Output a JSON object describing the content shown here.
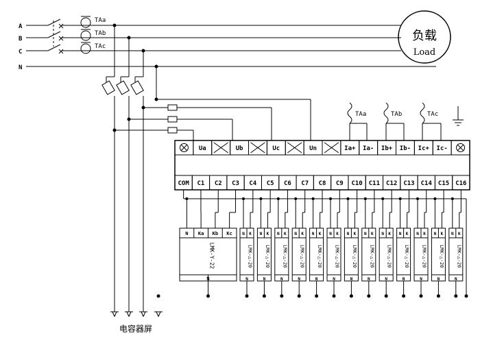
{
  "phases": [
    "A",
    "B",
    "C",
    "N"
  ],
  "ct_labels": [
    "TAa",
    "TAb",
    "TAc"
  ],
  "load": {
    "cn": "负载",
    "en": "Load"
  },
  "screen_label": "电容器屏",
  "terminals_top": [
    "Ua",
    "Ub",
    "Uc",
    "Un",
    "Ia+",
    "Ia-",
    "Ib+",
    "Ib-",
    "Ic+",
    "Ic-"
  ],
  "terminals_bottom": [
    "COM",
    "C1",
    "C2",
    "C3",
    "C4",
    "C5",
    "C6",
    "C7",
    "C8",
    "C9",
    "C10",
    "C11",
    "C12",
    "C13",
    "C14",
    "C15",
    "C16"
  ],
  "big_unit": {
    "heads": [
      "N",
      "Ka",
      "Kb",
      "Kc"
    ],
    "model": "LMK-Y-22"
  },
  "small_units": [
    {
      "heads": [
        "N",
        "K"
      ],
      "model": "LMK-△-20",
      "foot": "N"
    },
    {
      "heads": [
        "N",
        "K"
      ],
      "model": "LMK-△-20",
      "foot": "N"
    },
    {
      "heads": [
        "N",
        "K"
      ],
      "model": "LMK-△-20",
      "foot": "N"
    },
    {
      "heads": [
        "N",
        "K"
      ],
      "model": "LMK-△-20",
      "foot": "N"
    },
    {
      "heads": [
        "N",
        "K"
      ],
      "model": "LMK-△-20",
      "foot": "N"
    },
    {
      "heads": [
        "N",
        "K"
      ],
      "model": "LMK-△-20",
      "foot": "N"
    },
    {
      "heads": [
        "N",
        "K"
      ],
      "model": "LMK-△-20",
      "foot": "N"
    },
    {
      "heads": [
        "N",
        "K"
      ],
      "model": "LMK-△-20",
      "foot": "N"
    },
    {
      "heads": [
        "N",
        "K"
      ],
      "model": "LMK-△-20",
      "foot": "N"
    },
    {
      "heads": [
        "N",
        "K"
      ],
      "model": "LMK-△-20",
      "foot": "N"
    },
    {
      "heads": [
        "N",
        "K"
      ],
      "model": "LMK-△-20",
      "foot": "N"
    },
    {
      "heads": [
        "N",
        "K"
      ],
      "model": "LMK-△-20",
      "foot": "N"
    },
    {
      "heads": [
        "N",
        "K"
      ],
      "model": "LMK-△-20",
      "foot": "N"
    }
  ]
}
